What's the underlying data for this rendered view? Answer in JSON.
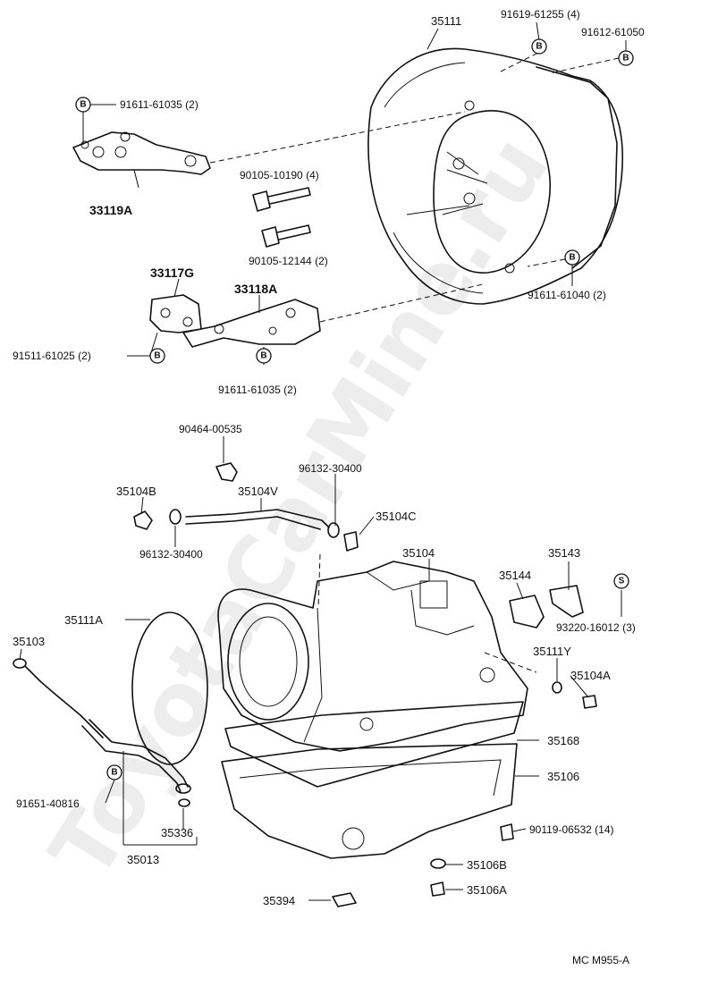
{
  "watermark": "ToyotaCarMine.ru",
  "footer_code": "MC M955-A",
  "badges": {
    "B": "B",
    "S": "S"
  },
  "labels": {
    "p35111": "35111",
    "p91619_61255": "91619-61255 (4)",
    "p91612_61050": "91612-61050",
    "p91611_61035_top": "91611-61035 (2)",
    "p33119A": "33119A",
    "p90105_10190": "90105-10190 (4)",
    "p90105_12144": "90105-12144 (2)",
    "p33117G": "33117G",
    "p33118A": "33118A",
    "p91611_61040": "91611-61040 (2)",
    "p91511_61025": "91511-61025 (2)",
    "p91611_61035_bot": "91611-61035 (2)",
    "p90464_00535": "90464-00535",
    "p96132_30400_a": "96132-30400",
    "p35104B": "35104B",
    "p35104V": "35104V",
    "p35104C": "35104C",
    "p96132_30400_b": "96132-30400",
    "p35104": "35104",
    "p35143": "35143",
    "p35144": "35144",
    "p93220_16012": "93220-16012 (3)",
    "p35111A": "35111A",
    "p35103": "35103",
    "p35111Y": "35111Y",
    "p35104A": "35104A",
    "p35168": "35168",
    "p35106": "35106",
    "p91651_40816": "91651-40816",
    "p35336": "35336",
    "p35013": "35013",
    "p90119_06532": "90119-06532 (14)",
    "p35106B": "35106B",
    "p35106A": "35106A",
    "p35394": "35394"
  }
}
